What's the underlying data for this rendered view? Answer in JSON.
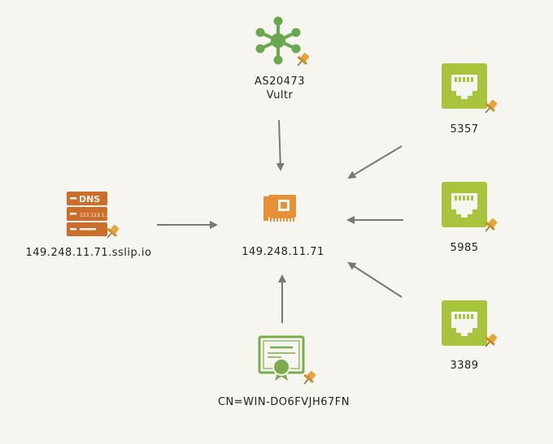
{
  "nodes": {
    "asn": {
      "line1": "AS20473",
      "line2": "Vultr",
      "icon": "network-hub-icon",
      "color": "#6aa84f"
    },
    "ip": {
      "label": "149.248.11.71",
      "icon": "network-card-icon",
      "color": "#e69138"
    },
    "dns": {
      "label": "149.248.11.71.sslip.io",
      "icon": "dns-server-icon",
      "icon_text": "DNS",
      "icon_subtext": "123.123.1.2",
      "color": "#cc6d2c"
    },
    "cert": {
      "label": "CN=WIN-DO6FVJH67FN",
      "icon": "certificate-icon",
      "color": "#7cab4e"
    },
    "ports": [
      {
        "label": "5357",
        "icon": "ethernet-port-icon"
      },
      {
        "label": "5985",
        "icon": "ethernet-port-icon"
      },
      {
        "label": "3389",
        "icon": "ethernet-port-icon"
      }
    ],
    "port_color": "#a7c43c"
  },
  "pin_color": "#e8a33a",
  "edge_color": "#777777"
}
